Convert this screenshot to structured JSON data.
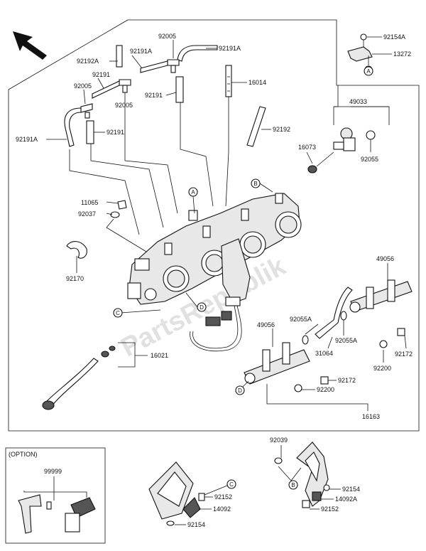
{
  "watermark": "PartsRepublik",
  "option_label": "(OPTION)",
  "labels": {
    "p92005_top": "92005",
    "p92154A": "92154A",
    "p13272": "13272",
    "p92192A": "92192A",
    "p92191A_top": "92191A",
    "p92191A_right": "92191A",
    "p92191_a": "92191",
    "p92005_left": "92005",
    "p92005_mid": "92005",
    "p92191_b": "92191",
    "p16014": "16014",
    "p92191A_left": "92191A",
    "p92191_c": "92191",
    "p92192": "92192",
    "p49033": "49033",
    "p16073": "16073",
    "p92055": "92055",
    "p11065": "11065",
    "p92037": "92037",
    "p92170": "92170",
    "p49056_right": "49056",
    "p92055A_a": "92055A",
    "p49056_left": "49056",
    "p92055A_b": "92055A",
    "p31064": "31064",
    "p92172_a": "92172",
    "p92200_a": "92200",
    "p16021": "16021",
    "p92172_b": "92172",
    "p92200_b": "92200",
    "p16163": "16163",
    "p99999": "99999",
    "p92039": "92039",
    "p92152_a": "92152",
    "p92154_a": "92154",
    "p14092A": "14092A",
    "p92152_b": "92152",
    "p14092": "14092",
    "p92154_b": "92154"
  },
  "callouts": {
    "A_bracket": "A",
    "A_body": "A",
    "B_body": "B",
    "B_bracket": "B",
    "C_body": "C",
    "C_bracket": "C",
    "D_body": "D",
    "D_rail": "D"
  }
}
